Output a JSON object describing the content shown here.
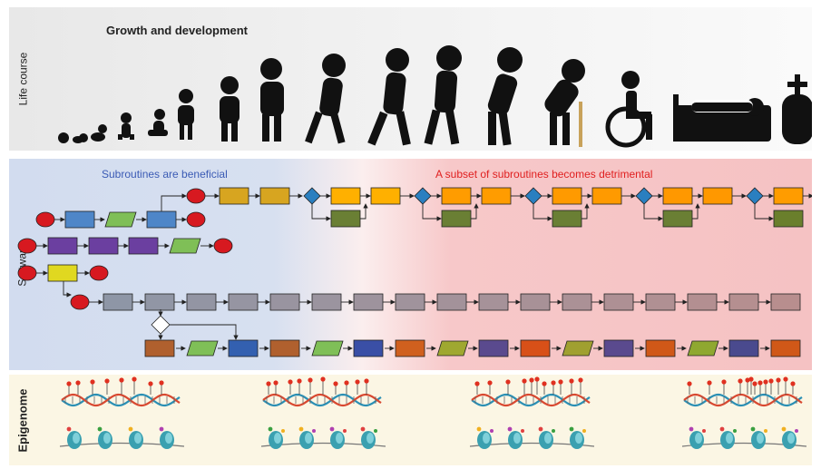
{
  "life_course": {
    "side_label": "Life course",
    "title": "Growth and development",
    "figures": [
      "fetus",
      "newborn",
      "infant",
      "crawling-baby",
      "toddler",
      "child",
      "older-child",
      "teen",
      "young-adult",
      "adult",
      "adult-stooped",
      "elderly-with-cane",
      "wheelchair-user",
      "bedridden",
      "grave"
    ]
  },
  "software": {
    "side_label": "Software",
    "beneficial_label": "Subroutines are beneficial",
    "detrimental_label": "A subset of subroutines becomes detrimental",
    "colors": {
      "beneficial": "#3b5bb5",
      "detrimental": "#e02020",
      "start": "#d71920",
      "decision": "#2a7fc0",
      "process_a": "#f5a800",
      "process_b": "#5f7a34"
    }
  },
  "epigenome": {
    "side_label": "Epigenome",
    "stages": [
      "few-marks",
      "moderate-marks",
      "more-marks",
      "many-marks"
    ]
  }
}
